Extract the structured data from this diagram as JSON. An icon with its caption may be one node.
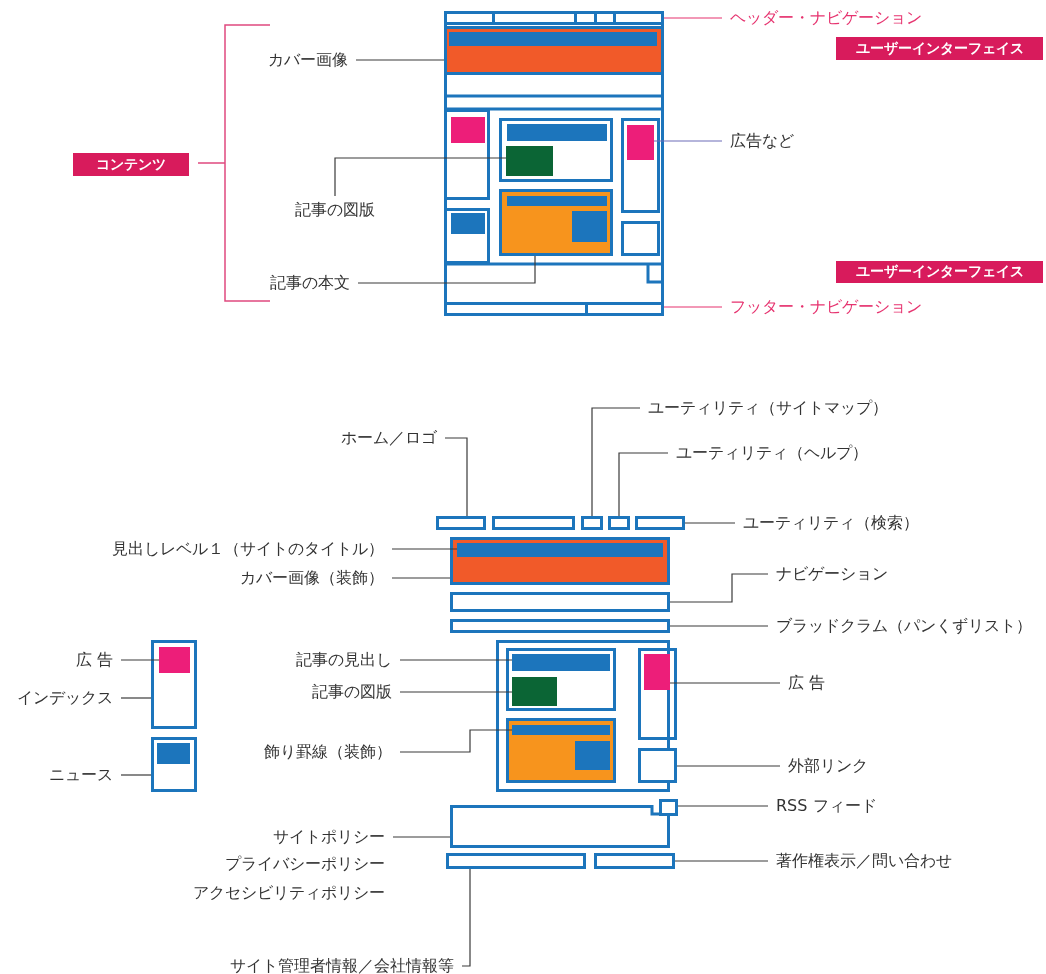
{
  "diagram": {
    "nodes": [
      {
        "text": [
          "コンテンツ"
        ]
      },
      {
        "text": [
          "カバー画像"
        ]
      },
      {
        "text": [
          "ヘッダー・ナビゲーション"
        ]
      },
      {
        "text": [
          "ユーザーインターフェイス"
        ]
      },
      {
        "text": [
          "広告など"
        ]
      },
      {
        "text": [
          "記事の図版"
        ]
      },
      {
        "text": [
          "記事の本文"
        ]
      },
      {
        "text": [
          "ユーザーインターフェイス"
        ]
      },
      {
        "text": [
          "フッター・ナビゲーション"
        ]
      },
      {
        "text": [],
        "shape": "box"
      },
      {
        "text": [],
        "shape": "box"
      },
      {
        "text": [],
        "shape": "bar"
      },
      {
        "text": [],
        "shape": "bar"
      },
      {
        "text": [],
        "shape": "box"
      },
      {
        "text": [],
        "shape": "box"
      },
      {
        "text": [
          "ユーティリティ（サイトマップ）"
        ]
      },
      {
        "text": [
          "ホーム／ロゴ"
        ]
      },
      {
        "text": [
          "ユーティリティ（ヘルプ）"
        ]
      },
      {
        "text": [
          "ユーティリティ（検索）"
        ]
      },
      {
        "text": [
          "見出しレベル１（サイトのタイトル）"
        ]
      },
      {
        "text": [
          "カバー画像（装飾）"
        ]
      },
      {
        "text": [
          "ナビゲーション"
        ]
      },
      {
        "text": [
          "ブラッドクラム（パンくずリスト）"
        ]
      },
      {
        "text": [
          "広 告"
        ]
      },
      {
        "text": [
          "記事の見出し"
        ]
      },
      {
        "text": [
          "広 告"
        ]
      },
      {
        "text": [
          "記事の図版"
        ]
      },
      {
        "text": [
          "インデックス"
        ]
      },
      {
        "text": [
          "飾り罫線（装飾）"
        ]
      },
      {
        "text": [
          "外部リンク"
        ]
      },
      {
        "text": [
          "ニュース"
        ]
      },
      {
        "text": [
          "RSS フィード"
        ]
      },
      {
        "text": [
          "サイトポリシー"
        ]
      },
      {
        "text": [
          "著作権表示／問い合わせ"
        ]
      },
      {
        "text": [
          "サイト管理者情報／会社情報等"
        ]
      },
      {
        "text": [],
        "shape": "box"
      },
      {
        "text": [],
        "shape": "box"
      },
      {
        "text": [],
        "shape": "box"
      },
      {
        "text": [],
        "shape": "box"
      },
      {
        "text": [],
        "shape": "box"
      },
      {
        "text": [],
        "shape": "bar",
        "in": 39
      },
      {
        "text": [],
        "shape": "box"
      },
      {
        "text": [],
        "shape": "box"
      },
      {
        "text": [],
        "shape": "box"
      },
      {
        "text": [],
        "shape": "bar",
        "in": 43
      },
      {
        "text": [],
        "shape": "box"
      },
      {
        "text": [],
        "shape": "bar"
      },
      {
        "text": [],
        "shape": "bar"
      },
      {
        "text": [],
        "shape": "bar"
      },
      {
        "text": [],
        "shape": "bar"
      },
      {
        "text": [],
        "shape": "box"
      },
      {
        "text": [],
        "shape": "box"
      },
      {
        "text": [],
        "shape": "box"
      },
      {
        "text": [],
        "shape": "box"
      },
      {
        "text": [],
        "shape": "box"
      }
    ],
    "edges": [
      {
        "from": 1,
        "to": 10,
        "arrow": "none"
      },
      {
        "from": 2,
        "to": 9,
        "arrow": "none",
        "color": "#e6336f"
      },
      {
        "from": 4,
        "to": 11,
        "arrow": "none",
        "color": "#6d6db8"
      },
      {
        "from": 5,
        "to": 12,
        "arrow": "none"
      },
      {
        "from": 6,
        "to": 13,
        "arrow": "none"
      },
      {
        "from": 8,
        "to": 14,
        "arrow": "none",
        "color": "#e6336f"
      },
      {
        "from": 15,
        "to": 36,
        "arrow": "none"
      },
      {
        "from": 16,
        "to": 35,
        "arrow": "none"
      },
      {
        "from": 17,
        "to": 37,
        "arrow": "none"
      },
      {
        "from": 18,
        "to": 38,
        "arrow": "none"
      },
      {
        "from": 19,
        "to": 40,
        "arrow": "none"
      },
      {
        "from": 20,
        "to": 39,
        "arrow": "none"
      },
      {
        "from": 21,
        "to": 41,
        "arrow": "none"
      },
      {
        "from": 22,
        "to": 42,
        "arrow": "none"
      },
      {
        "from": 23,
        "to": 44,
        "arrow": "none"
      },
      {
        "from": 24,
        "to": 46,
        "arrow": "none"
      },
      {
        "from": 25,
        "to": 49,
        "arrow": "none"
      },
      {
        "from": 26,
        "to": 47,
        "arrow": "none"
      },
      {
        "from": 27,
        "to": 43,
        "arrow": "none"
      },
      {
        "from": 28,
        "to": 48,
        "arrow": "none"
      },
      {
        "from": 29,
        "to": 50,
        "arrow": "none"
      },
      {
        "from": 30,
        "to": 45,
        "arrow": "none"
      },
      {
        "from": 31,
        "to": 51,
        "arrow": "none"
      },
      {
        "from": 32,
        "to": 52,
        "arrow": "none"
      },
      {
        "from": 33,
        "to": 54,
        "arrow": "none"
      },
      {
        "from": 34,
        "to": 53,
        "arrow": "none"
      }
    ],
    "labels": [
      "プライバシーポリシー",
      "アクセシビリティポリシー"
    ]
  }
}
